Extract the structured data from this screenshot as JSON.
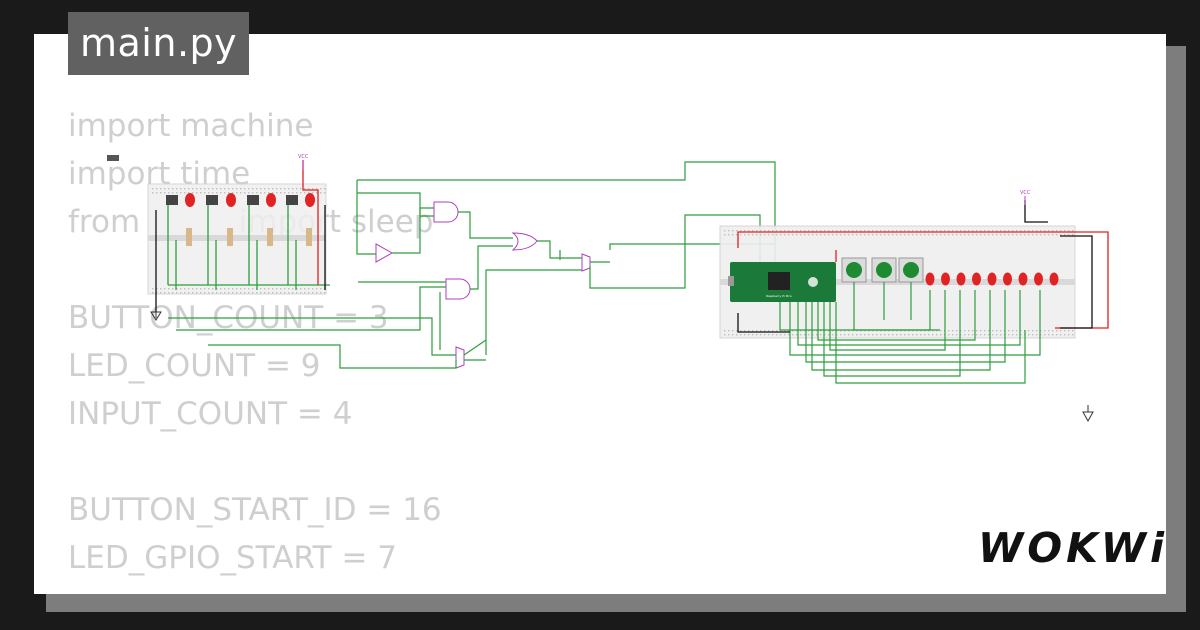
{
  "file_tab": {
    "label": "main.py"
  },
  "code_lines": [
    "import machine",
    "import time",
    "from          import sleep",
    "",
    "BUTTON_COUNT = 3",
    "LED_COUNT = 9",
    "INPUT_COUNT = 4",
    "",
    "BUTTON_START_ID = 16",
    "LED_GPIO_START = 7",
    ""
  ],
  "circuit": {
    "vcc_label": "VCC",
    "board_label": "Raspberry Pi Pico",
    "button_count": 3,
    "led_count": 9,
    "gates": [
      "and-gate",
      "and-gate",
      "or-gate",
      "not-gate",
      "mux",
      "mux"
    ],
    "colors": {
      "wire_green": "#2e9e3e",
      "wire_red": "#e02020",
      "wire_black": "#111111",
      "led_red": "#e02424",
      "board_green": "#1b7a3a",
      "button_green": "#1e8a32",
      "vcc_purple": "#b03cc0"
    }
  },
  "brand": {
    "logo_text": "WOKWi"
  }
}
